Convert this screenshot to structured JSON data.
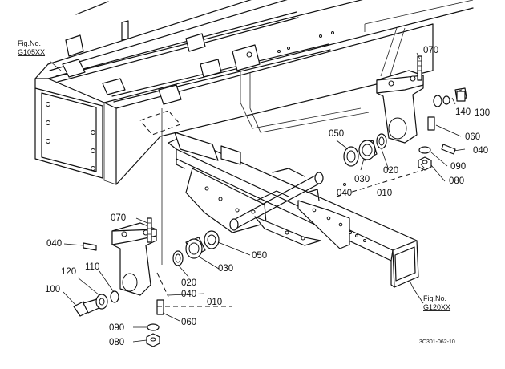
{
  "figure_refs": {
    "upper_left": {
      "line1": "Fig.No.",
      "line2": "G105XX"
    },
    "lower_right": {
      "line1": "Fig.No.",
      "line2": "G120XX"
    }
  },
  "drawing_code": "3C301-062-10",
  "right_assembly": {
    "p070": "070",
    "p130": "130",
    "p140": "140",
    "p060": "060",
    "p040": "040",
    "p090": "090",
    "p080": "080",
    "p050": "050",
    "p030": "030",
    "p020": "020",
    "p040b": "040",
    "p010": "010"
  },
  "left_assembly": {
    "p070": "070",
    "p040": "040",
    "p120": "120",
    "p110": "110",
    "p100": "100",
    "p020": "020",
    "p030": "030",
    "p050": "050",
    "p040b": "040",
    "p010": "010",
    "p060": "060",
    "p090": "090",
    "p080": "080"
  }
}
